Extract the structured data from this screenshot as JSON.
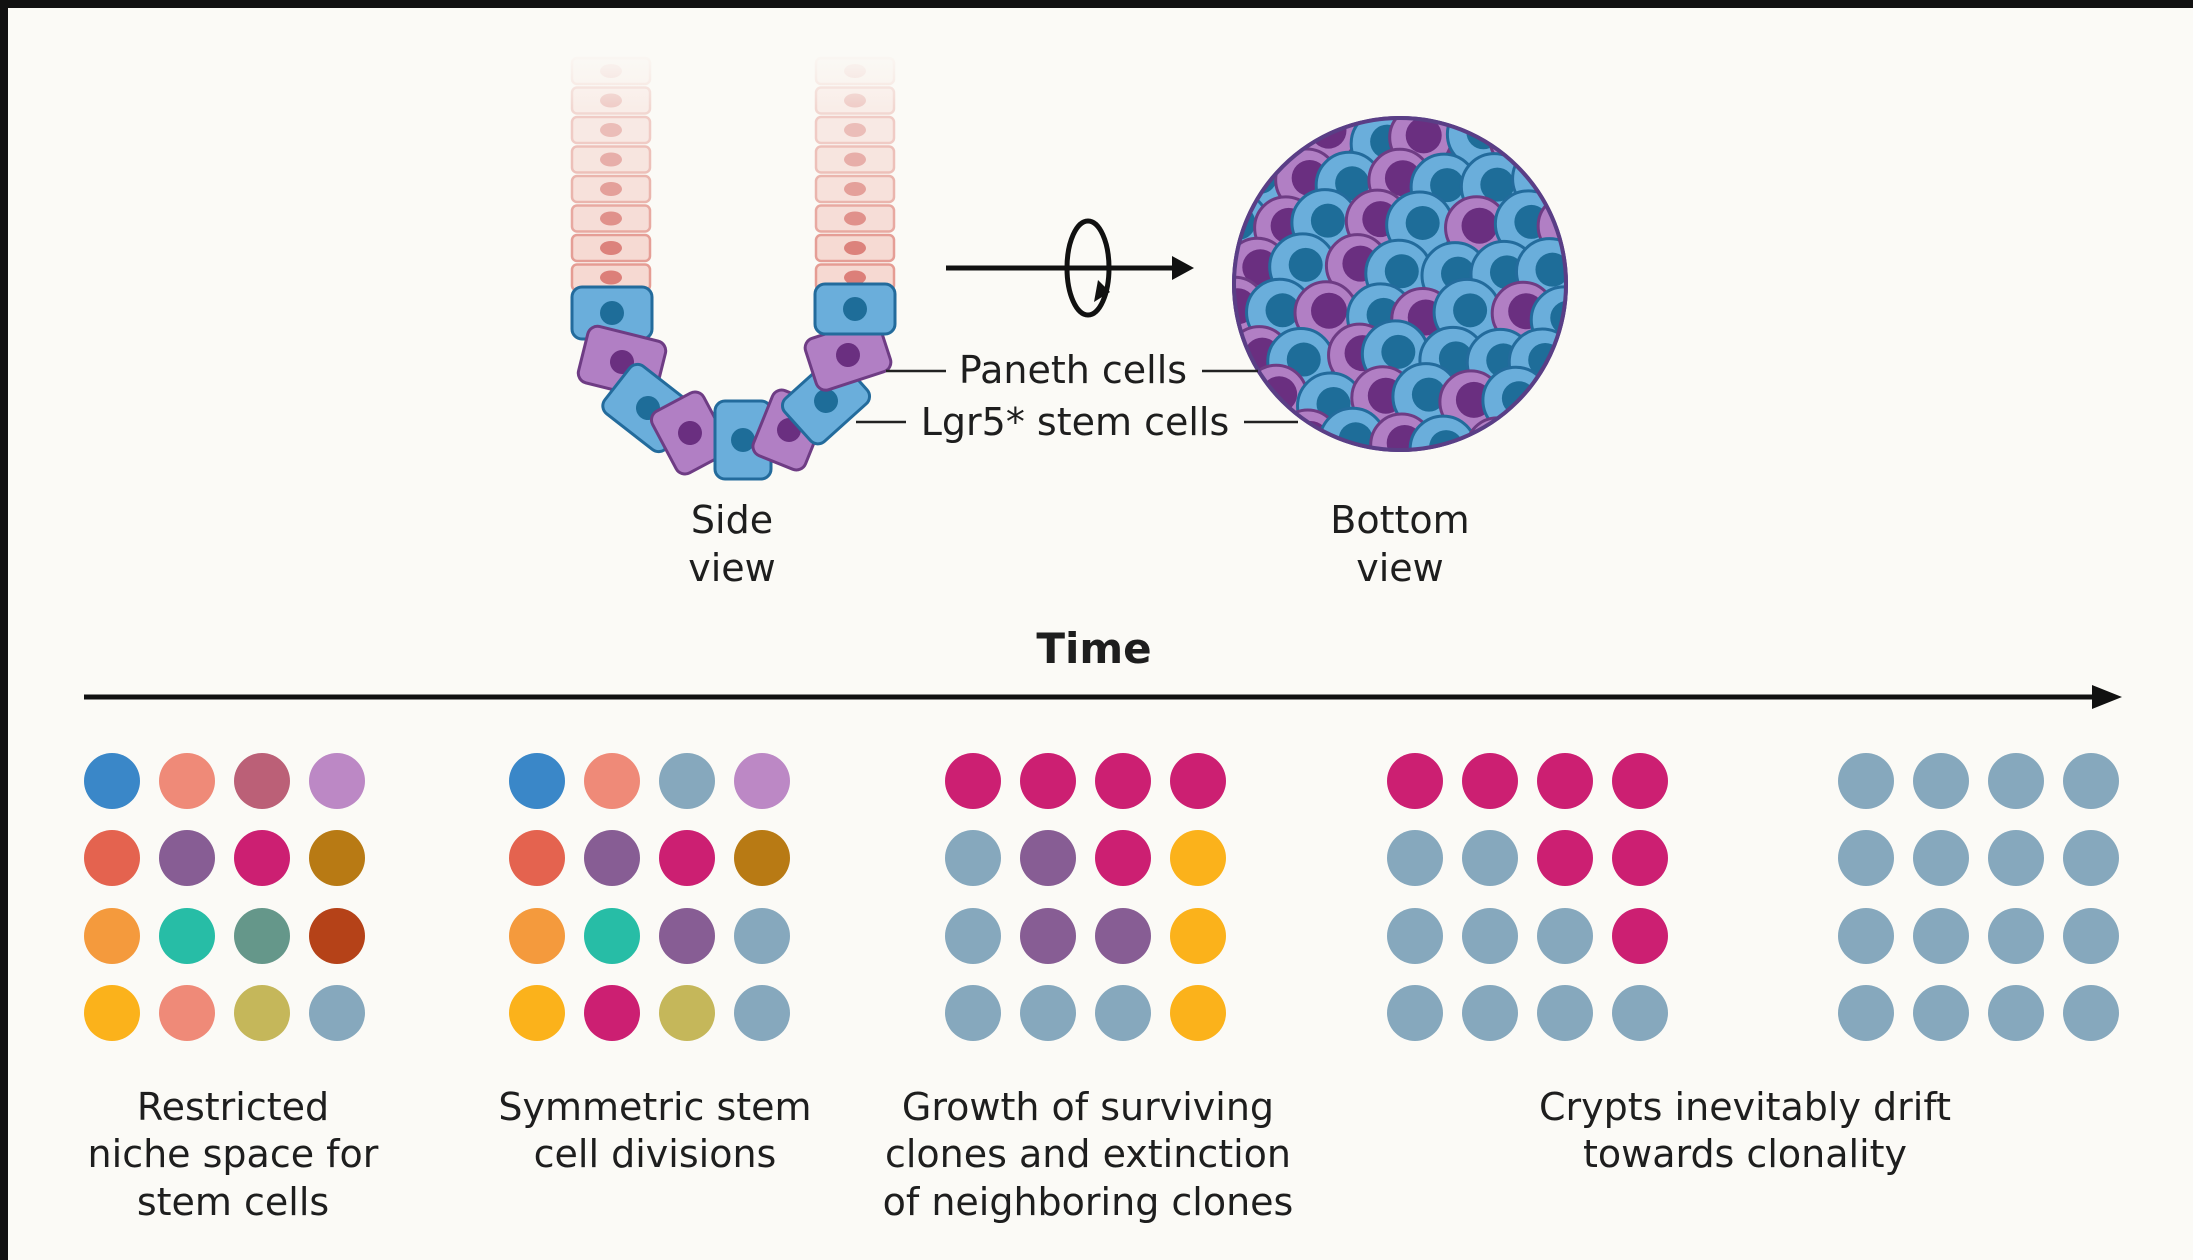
{
  "top": {
    "side_view_label": [
      "Side",
      "view"
    ],
    "bottom_view_label": [
      "Bottom",
      "view"
    ],
    "paneth_label": "Paneth cells",
    "stem_label": "Lgr5* stem cells"
  },
  "time_label": "Time",
  "colors": {
    "stem_fill": "#6aaedb",
    "stem_stroke": "#236b9c",
    "stem_nucleus": "#1e6d99",
    "paneth_fill": "#b17fc4",
    "paneth_stroke": "#6e3c84",
    "paneth_nucleus": "#6a2f80",
    "villus_fill": "#f6d9d2",
    "villus_stroke": "#e59c93",
    "villus_nucleus": "#dc7f79"
  },
  "stages": [
    {
      "caption": [
        "Restricted",
        "niche space for",
        "stem cells"
      ],
      "groups": [
        [
          [
            "#3a87c8",
            "#ef8a78",
            "#bb6077",
            "#bc88c5"
          ],
          [
            "#e4634f",
            "#875d94",
            "#cc1f72",
            "#b87a14"
          ],
          [
            "#f49a3d",
            "#27bda6",
            "#65978a",
            "#b54218"
          ],
          [
            "#fbb21b",
            "#ef8a78",
            "#c5b75a",
            "#86a8bd"
          ]
        ]
      ]
    },
    {
      "caption": [
        "Symmetric stem",
        "cell divisions"
      ],
      "groups": [
        [
          [
            "#3a87c8",
            "#ef8a78",
            "#86a8bd",
            "#bc88c5"
          ],
          [
            "#e4634f",
            "#875d94",
            "#cc1f72",
            "#b87a14"
          ],
          [
            "#f49a3d",
            "#27bda6",
            "#875d94",
            "#86a8bd"
          ],
          [
            "#fbb21b",
            "#cc1f72",
            "#c5b75a",
            "#86a8bd"
          ]
        ]
      ]
    },
    {
      "caption": [
        "Growth of surviving",
        "clones and extinction",
        "of neighboring clones"
      ],
      "groups": [
        [
          [
            "#cc1f72",
            "#cc1f72",
            "#cc1f72",
            "#cc1f72"
          ],
          [
            "#86a8bd",
            "#875d94",
            "#cc1f72",
            "#fbb21b"
          ],
          [
            "#86a8bd",
            "#875d94",
            "#875d94",
            "#fbb21b"
          ],
          [
            "#86a8bd",
            "#86a8bd",
            "#86a8bd",
            "#fbb21b"
          ]
        ]
      ]
    },
    {
      "caption": [
        "Crypts inevitably drift",
        "towards clonality"
      ],
      "groups": [
        [
          [
            "#cc1f72",
            "#cc1f72",
            "#cc1f72",
            "#cc1f72"
          ],
          [
            "#86a8bd",
            "#86a8bd",
            "#cc1f72",
            "#cc1f72"
          ],
          [
            "#86a8bd",
            "#86a8bd",
            "#86a8bd",
            "#cc1f72"
          ],
          [
            "#86a8bd",
            "#86a8bd",
            "#86a8bd",
            "#86a8bd"
          ]
        ],
        [
          [
            "#86a8bd",
            "#86a8bd",
            "#86a8bd",
            "#86a8bd"
          ],
          [
            "#86a8bd",
            "#86a8bd",
            "#86a8bd",
            "#86a8bd"
          ],
          [
            "#86a8bd",
            "#86a8bd",
            "#86a8bd",
            "#86a8bd"
          ],
          [
            "#86a8bd",
            "#86a8bd",
            "#86a8bd",
            "#86a8bd"
          ]
        ]
      ]
    }
  ]
}
